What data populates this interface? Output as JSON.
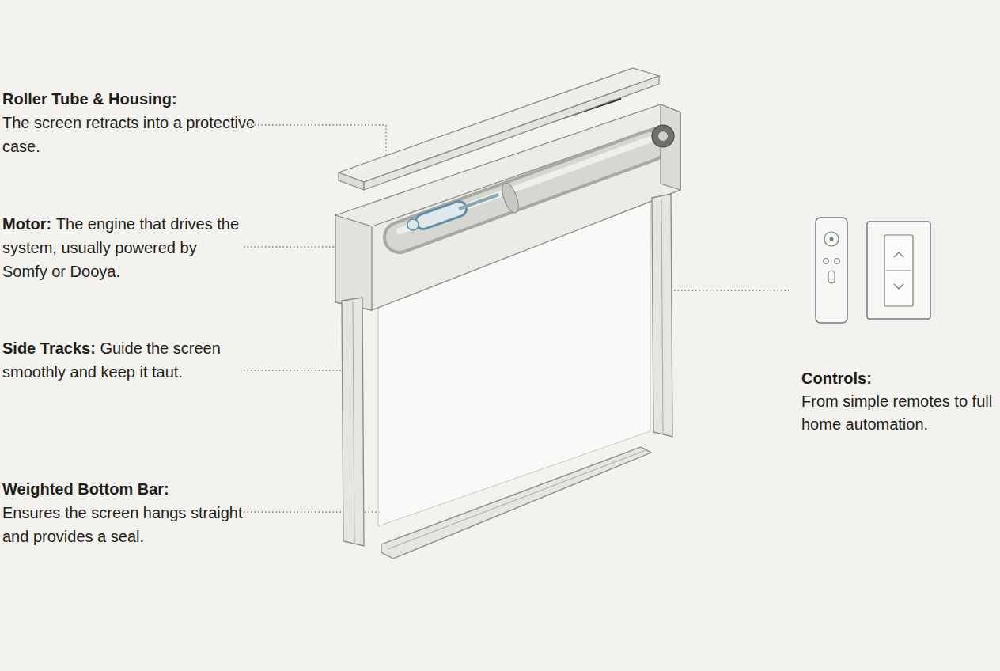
{
  "diagram": {
    "labels": [
      "Roller Tube & Housing:",
      "The screen retracts into a protective case.",
      "Motor:",
      "The engine that drives the system, usually powered by Somfy or Dooya.",
      "Side Tracks:",
      "Guide the screen smoothly and keep it taut.",
      "Weighted Bottom Bar:",
      "Ensures the screen hangs straight and provides a seal.",
      "Controls:",
      "From simple remotes to full home automation."
    ]
  }
}
